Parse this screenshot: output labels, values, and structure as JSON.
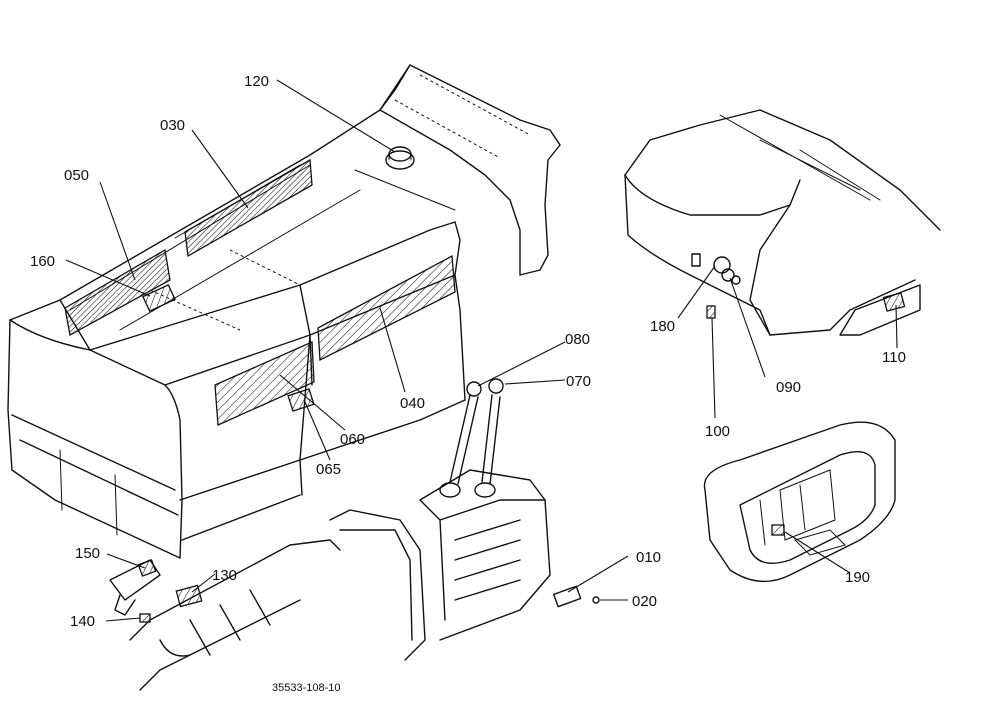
{
  "parts": [
    {
      "id": "p010",
      "label": "010"
    },
    {
      "id": "p020",
      "label": "020"
    },
    {
      "id": "p030",
      "label": "030"
    },
    {
      "id": "p040",
      "label": "040"
    },
    {
      "id": "p050",
      "label": "050"
    },
    {
      "id": "p060",
      "label": "060"
    },
    {
      "id": "p065",
      "label": "065"
    },
    {
      "id": "p070",
      "label": "070"
    },
    {
      "id": "p080",
      "label": "080"
    },
    {
      "id": "p090",
      "label": "090"
    },
    {
      "id": "p100",
      "label": "100"
    },
    {
      "id": "p110",
      "label": "110"
    },
    {
      "id": "p120",
      "label": "120"
    },
    {
      "id": "p130",
      "label": "130"
    },
    {
      "id": "p140",
      "label": "140"
    },
    {
      "id": "p150",
      "label": "150"
    },
    {
      "id": "p160",
      "label": "160"
    },
    {
      "id": "p180",
      "label": "180"
    },
    {
      "id": "p190",
      "label": "190"
    }
  ],
  "drawing_code": "35533-108-10"
}
